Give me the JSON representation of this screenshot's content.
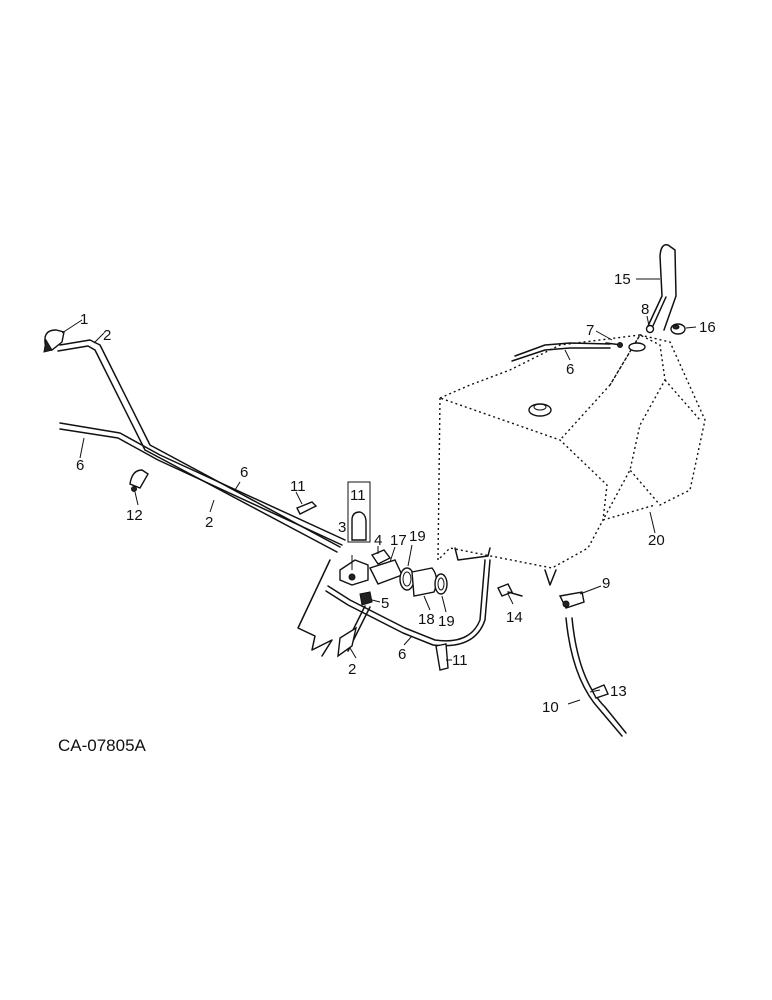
{
  "drawing_code": "CA-07805A",
  "callouts": {
    "c1": "1",
    "c2a": "2",
    "c2b": "2",
    "c2c": "2",
    "c3": "3",
    "c4": "4",
    "c5": "5",
    "c6a": "6",
    "c6b": "6",
    "c6c": "6",
    "c6d": "6",
    "c7": "7",
    "c8": "8",
    "c9": "9",
    "c10": "10",
    "c11a": "11",
    "c11b": "11",
    "c11c": "11",
    "c12": "12",
    "c13": "13",
    "c14": "14",
    "c15": "15",
    "c16": "16",
    "c17": "17",
    "c18": "18",
    "c19a": "19",
    "c19b": "19",
    "c20": "20"
  }
}
